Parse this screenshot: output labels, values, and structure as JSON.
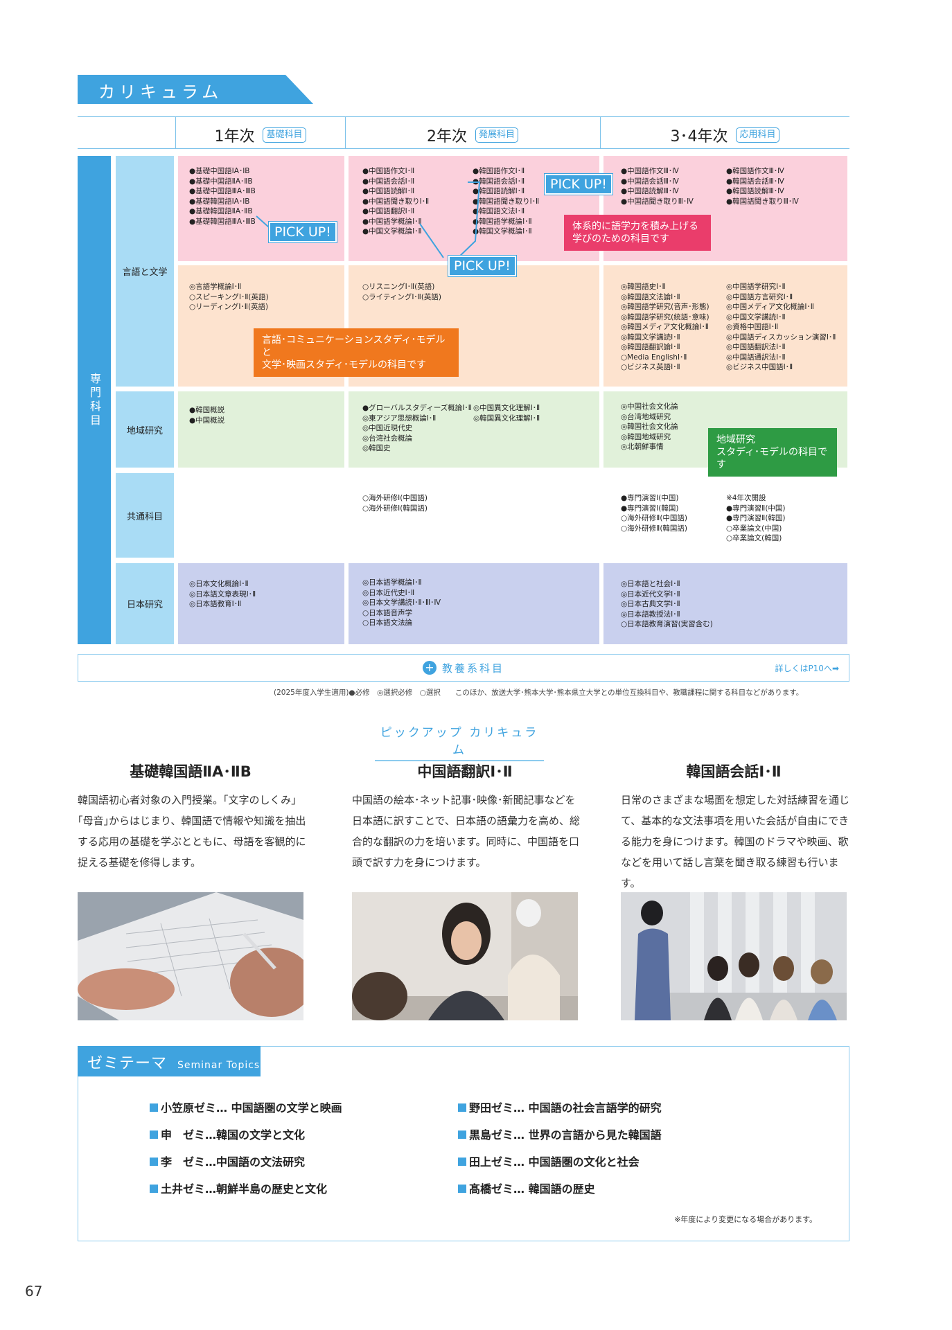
{
  "section_title": "カリキュラム",
  "years": [
    {
      "label": "1年次",
      "tag": "基礎科目"
    },
    {
      "label": "2年次",
      "tag": "発展科目"
    },
    {
      "label": "3･4年次",
      "tag": "応用科目"
    }
  ],
  "side_label": "専門科目",
  "rows": [
    "言語と文学",
    "地域研究",
    "共通科目",
    "日本研究"
  ],
  "lang": {
    "y1": [
      "●基礎中国語ⅠA･ⅠB",
      "●基礎中国語ⅡA･ⅡB",
      "●基礎中国語ⅢA･ⅢB",
      "●基礎韓国語ⅠA･ⅠB",
      "●基礎韓国語ⅡA･ⅡB",
      "●基礎韓国語ⅢA･ⅢB"
    ],
    "y2a": [
      "●中国語作文Ⅰ･Ⅱ",
      "●中国語会話Ⅰ･Ⅱ",
      "●中国語読解Ⅰ･Ⅱ",
      "●中国語聞き取りⅠ･Ⅱ",
      "●中国語翻訳Ⅰ･Ⅱ",
      "●中国語学概論Ⅰ･Ⅱ",
      "●中国文学概論Ⅰ･Ⅱ"
    ],
    "y2b": [
      "●韓国語作文Ⅰ･Ⅱ",
      "●韓国語会話Ⅰ･Ⅱ",
      "●韓国語読解Ⅰ･Ⅱ",
      "●韓国語聞き取りⅠ･Ⅱ",
      "●韓国語文法Ⅰ･Ⅱ",
      "●韓国語学概論Ⅰ･Ⅱ",
      "●韓国文学概論Ⅰ･Ⅱ"
    ],
    "y3a": [
      "●中国語作文Ⅲ･Ⅳ",
      "●中国語会話Ⅲ･Ⅳ",
      "●中国語読解Ⅲ･Ⅳ",
      "●中国語聞き取りⅢ･Ⅳ"
    ],
    "y3b": [
      "●韓国語作文Ⅲ･Ⅳ",
      "●韓国語会話Ⅲ･Ⅳ",
      "●韓国語読解Ⅲ･Ⅳ",
      "●韓国語聞き取りⅢ･Ⅳ"
    ]
  },
  "study": {
    "y1": [
      "◎言語学概論Ⅰ･Ⅱ",
      "○スピーキングⅠ･Ⅱ(英語)",
      "○リーディングⅠ･Ⅱ(英語)"
    ],
    "y2": [
      "○リスニングⅠ･Ⅱ(英語)",
      "○ライティングⅠ･Ⅱ(英語)"
    ],
    "y3a": [
      "◎韓国語史Ⅰ･Ⅱ",
      "◎韓国語文法論Ⅰ･Ⅱ",
      "◎韓国語学研究(音声･形態)",
      "◎韓国語学研究(統語･意味)",
      "◎韓国メディア文化概論Ⅰ･Ⅱ",
      "◎韓国文学講読Ⅰ･Ⅱ",
      "◎韓国語翻訳論Ⅰ･Ⅱ",
      "○Media EnglishⅠ･Ⅱ",
      "○ビジネス英語Ⅰ･Ⅱ"
    ],
    "y3b": [
      "◎中国語学研究Ⅰ･Ⅱ",
      "◎中国語方言研究Ⅰ･Ⅱ",
      "◎中国メディア文化概論Ⅰ･Ⅱ",
      "◎中国文学講読Ⅰ･Ⅱ",
      "◎資格中国語Ⅰ･Ⅱ",
      "◎中国語ディスカッション演習Ⅰ･Ⅱ",
      "◎中国語翻訳法Ⅰ･Ⅱ",
      "◎中国語通訳法Ⅰ･Ⅱ",
      "◎ビジネス中国語Ⅰ･Ⅱ"
    ]
  },
  "region": {
    "y1": [
      "●韓国概説",
      "●中国概説"
    ],
    "y2a": [
      "●グローバルスタディーズ概論Ⅰ･Ⅱ",
      "◎東アジア思想概論Ⅰ･Ⅱ",
      "◎中国近現代史",
      "◎台湾社会概論",
      "◎韓国史"
    ],
    "y2b": [
      "◎中国異文化理解Ⅰ･Ⅱ",
      "◎韓国異文化理解Ⅰ･Ⅱ"
    ],
    "y3": [
      "◎中国社会文化論",
      "◎台湾地域研究",
      "◎韓国社会文化論",
      "◎韓国地域研究",
      "◎北朝鮮事情"
    ]
  },
  "common": {
    "y2": [
      "○海外研修Ⅰ(中国語)",
      "○海外研修Ⅰ(韓国語)"
    ],
    "y3a": [
      "●専門演習Ⅰ(中国)",
      "●専門演習Ⅰ(韓国)",
      "○海外研修Ⅱ(中国語)",
      "○海外研修Ⅱ(韓国語)"
    ],
    "y3b": [
      "※4年次開設",
      "●専門演習Ⅱ(中国)",
      "●専門演習Ⅱ(韓国)",
      "○卒業論文(中国)",
      "○卒業論文(韓国)"
    ]
  },
  "japan": {
    "y1": [
      "◎日本文化概論Ⅰ･Ⅱ",
      "◎日本語文章表現Ⅰ･Ⅱ",
      "◎日本語教育Ⅰ･Ⅱ"
    ],
    "y2": [
      "◎日本語学概論Ⅰ･Ⅱ",
      "◎日本近代史Ⅰ･Ⅱ",
      "◎日本文学講読Ⅰ･Ⅱ･Ⅲ･Ⅳ",
      "○日本語音声学",
      "○日本語文法論"
    ],
    "y3": [
      "◎日本語と社会Ⅰ･Ⅱ",
      "◎日本近代文学Ⅰ･Ⅱ",
      "◎日本古典文学Ⅰ･Ⅱ",
      "◎日本語教授法Ⅰ･Ⅱ",
      "○日本語教育演習(実習含む)"
    ]
  },
  "pickup_label": "PICK UP!",
  "callouts": {
    "red": "体系的に語学力を積み上げる\n学びのための科目です",
    "orange": "言語･コミュニケーションスタディ･モデルと\n文学･映画スタディ･モデルの科目です",
    "green": "地域研究\nスタディ･モデルの科目です"
  },
  "liberal": {
    "label": "教養系科目",
    "more": "詳しくはP10へ➡"
  },
  "legend": "(2025年度入学生適用)●必修　◎選択必修　○選択　　このほか、放送大学･熊本大学･熊本県立大学との単位互換科目や、教職課程に関する科目などがあります。",
  "pickup_heading": "ピックアップ カリキュラム",
  "courses": [
    {
      "title": "基礎韓国語ⅡA･ⅡB",
      "text": "韓国語初心者対象の入門授業。｢文字のしくみ｣｢母音｣からはじまり、韓国語で情報や知識を抽出する応用の基礎を学ぶとともに、母語を客観的に捉える基礎を修得します。"
    },
    {
      "title": "中国語翻訳Ⅰ･Ⅱ",
      "text": "中国語の絵本･ネット記事･映像･新聞記事などを日本語に訳すことで、日本語の語彙力を高め、総合的な翻訳の力を培います。同時に、中国語を口頭で訳す力を身につけます。"
    },
    {
      "title": "韓国語会話Ⅰ･Ⅱ",
      "text": "日常のさまざまな場面を想定した対話練習を通じて、基本的な文法事項を用いた会話が自由にできる能力を身につけます。韓国のドラマや映画、歌などを用いて話し言葉を聞き取る練習も行います。"
    }
  ],
  "seminar": {
    "title": "ゼミテーマ",
    "subtitle": "Seminar Topics",
    "left": [
      "小笠原ゼミ… 中国語圏の文学と映画",
      "申　ゼミ…韓国の文学と文化",
      "李　ゼミ…中国語の文法研究",
      "土井ゼミ…朝鮮半島の歴史と文化"
    ],
    "right": [
      "野田ゼミ… 中国語の社会言語学的研究",
      "黒島ゼミ… 世界の言語から見た韓国語",
      "田上ゼミ… 中国語圏の文化と社会",
      "髙橋ゼミ… 韓国語の歴史"
    ],
    "note": "※年度により変更になる場合があります。"
  },
  "page_number": "67",
  "colors": {
    "accent": "#3fa3df",
    "pink": "#fbd0dc",
    "peach": "#fde3cf",
    "green": "#e1f1da",
    "lavender": "#c9d0ee"
  }
}
